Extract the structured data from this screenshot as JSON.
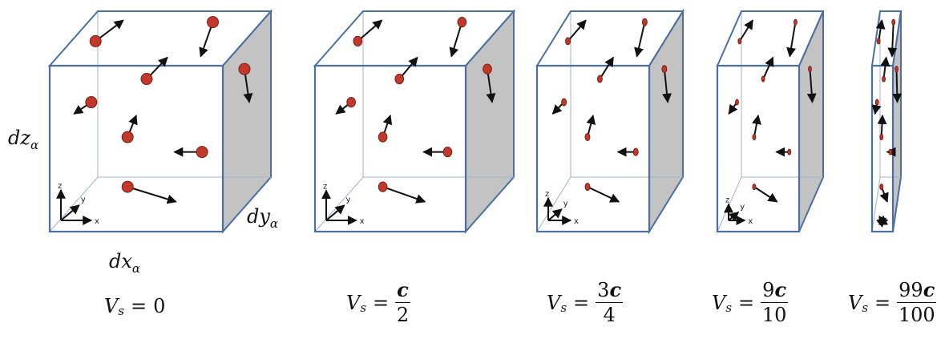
{
  "dimension_labels": {
    "dz": {
      "base": "dz",
      "sub": "α"
    },
    "dy": {
      "base": "dy",
      "sub": "α"
    },
    "dx": {
      "base": "dx",
      "sub": "α"
    }
  },
  "axis_labels": {
    "z": "z",
    "y": "y",
    "x": "x"
  },
  "speeds": [
    {
      "lhs": "V",
      "sub": "s",
      "eq": "=",
      "value": "0",
      "num_coef": "",
      "num_sym": "",
      "den": ""
    },
    {
      "lhs": "V",
      "sub": "s",
      "eq": "=",
      "value": "",
      "num_coef": "",
      "num_sym": "c",
      "den": "2"
    },
    {
      "lhs": "V",
      "sub": "s",
      "eq": "=",
      "value": "",
      "num_coef": "3",
      "num_sym": "c",
      "den": "4"
    },
    {
      "lhs": "V",
      "sub": "s",
      "eq": "=",
      "value": "",
      "num_coef": "9",
      "num_sym": "c",
      "den": "10"
    },
    {
      "lhs": "V",
      "sub": "s",
      "eq": "=",
      "value": "",
      "num_coef": "99",
      "num_sym": "c",
      "den": "100"
    }
  ],
  "colors": {
    "edge": "#4a6fa0",
    "face_shade": "#c3c3c3",
    "particle": "#c0392b",
    "particle_edge": "#7a1d14",
    "arrow": "#111111"
  }
}
